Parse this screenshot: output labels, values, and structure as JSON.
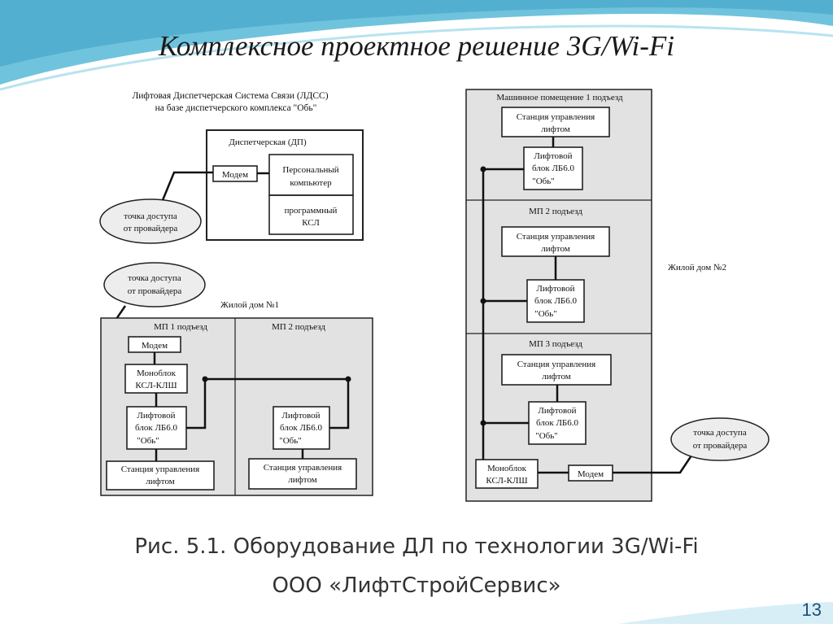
{
  "slide": {
    "title": "Комплексное проектное решение 3G/Wi-Fi",
    "caption_line1": "Рис. 5.1. Оборудование ДЛ по технологии 3G/Wi-Fi",
    "caption_line2": "ООО «ЛифтСтройСервис»",
    "page_number": "13",
    "accent_color": "#6fc3dd"
  },
  "diagram": {
    "ldss_heading_line1": "Лифтовая Диспетчерская Система Связи (ЛДСС)",
    "ldss_heading_line2": "на базе диспетчерского комплекса \"Обь\"",
    "dispatch_title": "Диспетчерская (ДП)",
    "modem": "Модем",
    "pc_line1": "Персональный",
    "pc_line2": "компьютер",
    "software_line1": "программный",
    "software_line2": "КСЛ",
    "access_line1": "точка доступа",
    "access_line2": "от провайдера",
    "house1_label": "Жилой дом №1",
    "house2_label": "Жилой дом №2",
    "mp1": "МП 1 подъезд",
    "mp2": "МП 2 подъезд",
    "mp3": "МП 3 подъезд",
    "machine_room1": "Машинное помещение 1 подъезд",
    "monoblock_line1": "Моноблок",
    "monoblock_line2": "КСЛ-КЛШ",
    "lift_block_line1": "Лифтовой",
    "lift_block_line2": "блок ЛБ6.0",
    "lift_block_line3": "\"Обь\"",
    "station_line1": "Станция управления",
    "station_line2": "лифтом"
  }
}
